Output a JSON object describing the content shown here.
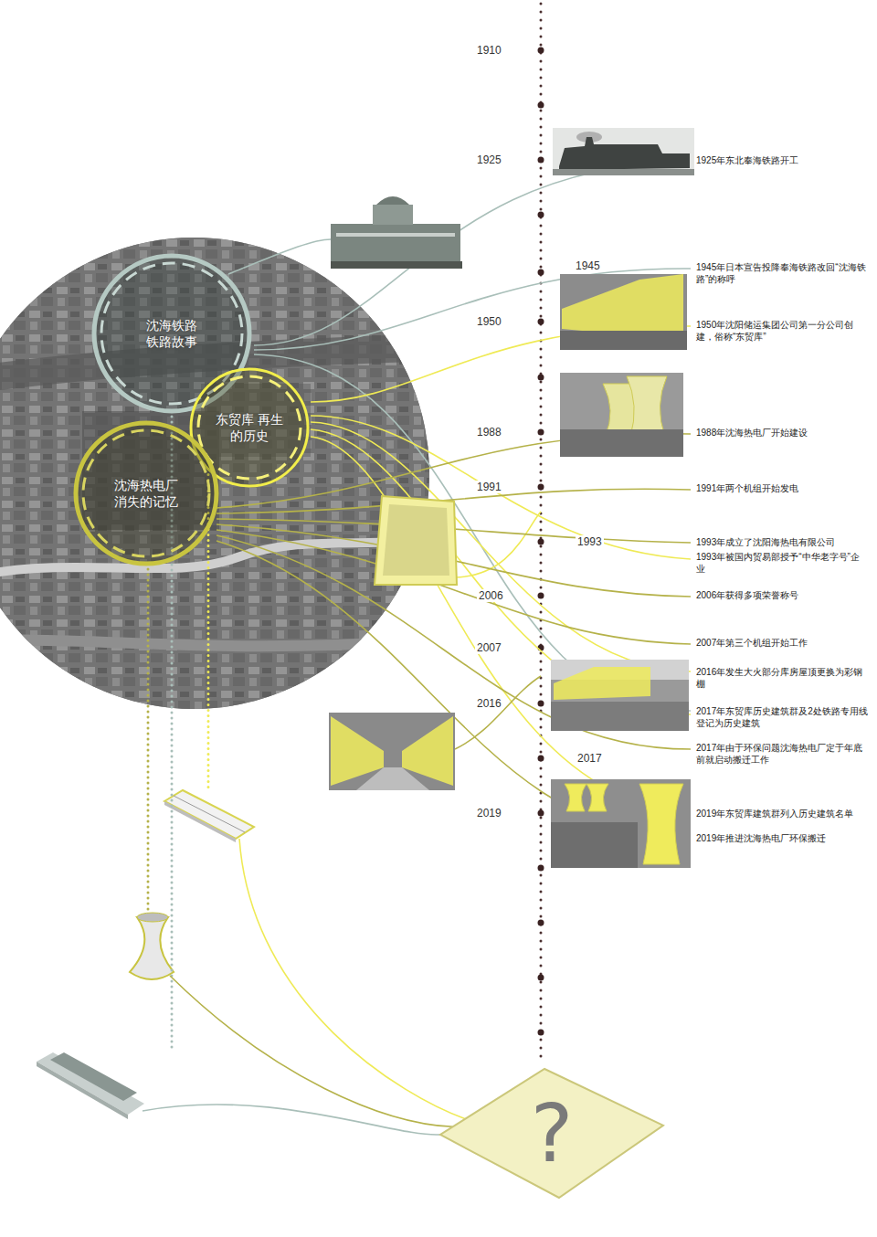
{
  "diagram": {
    "nodes": [
      {
        "text": [
          "沈海铁路 铁路故事"
        ]
      },
      {
        "text": [
          "东贸库 再生的历史"
        ]
      },
      {
        "text": [
          "沈海热电厂 消失的记忆"
        ]
      },
      {
        "text": [
          "?"
        ]
      }
    ],
    "edges": [
      {
        "from": 0,
        "to": 3,
        "arrow": "none"
      },
      {
        "from": 1,
        "to": 3,
        "arrow": "none"
      },
      {
        "from": 2,
        "to": 3,
        "arrow": "none"
      }
    ],
    "labels": [
      "1910",
      "1925",
      "1925年东北奉海铁路开工",
      "1945",
      "1945年日本宣告投降奉海铁路改回“沈海铁路”的称呼",
      "1950",
      "1950年沈阳储运集团公司第一分公司创建，俗称“东贸库”",
      "1988",
      "1988年沈海热电厂开始建设",
      "1991",
      "1991年两个机组开始发电",
      "1993",
      "1993年成立了沈阳海热电有限公司",
      "1993年被国内贸易部授予“中华老字号”企业",
      "2006",
      "2006年获得多项荣誉称号",
      "2007",
      "2007年第三个机组开始工作",
      "2016",
      "2016年发生大火部分库房屋顶更换为彩钢棚",
      "2017年东贸库历史建筑群及2处铁路专用线登记为历史建筑",
      "2017年由于环保问题沈海热电厂定于年底前就启动搬迁工作",
      "2017",
      "2019",
      "2019年东贸库建筑群列入历史建筑名单",
      "2019年推进沈海热电厂环保搬迁"
    ]
  }
}
